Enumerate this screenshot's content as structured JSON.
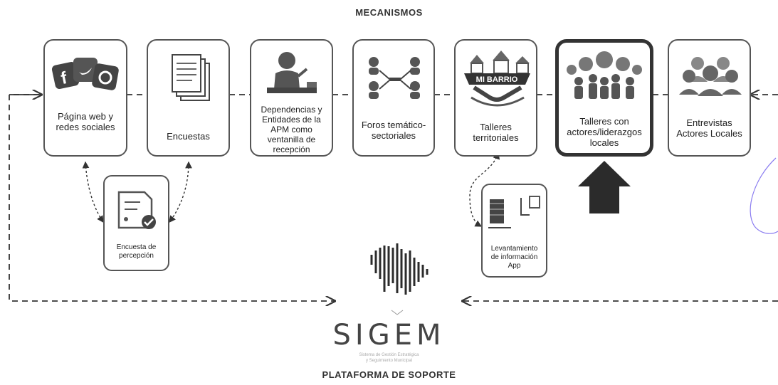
{
  "header": {
    "title": "MECANISMOS"
  },
  "footer": {
    "title": "PLATAFORMA DE SOPORTE"
  },
  "logo": {
    "name": "SIGEM",
    "tagline_line1": "Sistema de Gestión Estratégica",
    "tagline_line2": "y Seguimiento Municipal"
  },
  "mechanisms": [
    {
      "label": "Página web y redes sociales",
      "icon": "social-media-icon"
    },
    {
      "label": "Encuestas",
      "icon": "documents-icon"
    },
    {
      "label": "Dependencias y Entidades de la APM como ventanilla de recepción",
      "icon": "reception-desk-icon"
    },
    {
      "label": "Foros temático-sectoriales",
      "icon": "forum-network-icon"
    },
    {
      "label": "Talleres territoriales",
      "icon": "neighborhood-handshake-icon"
    },
    {
      "label": "Talleres con actores/liderazgos locales",
      "icon": "community-group-icon"
    },
    {
      "label": "Entrevistas Actores Locales",
      "icon": "people-group-icon"
    }
  ],
  "sub_mechanisms": [
    {
      "label": "Encuesta de percepción",
      "icon": "perception-survey-icon"
    },
    {
      "label": "Levantamiento de información App",
      "icon": "data-collection-app-icon"
    }
  ],
  "barrio_label": "MI BARRIO",
  "colors": {
    "stroke": "#333333",
    "arrow": "#2b2b2b",
    "accent": "#8a7cf0"
  }
}
